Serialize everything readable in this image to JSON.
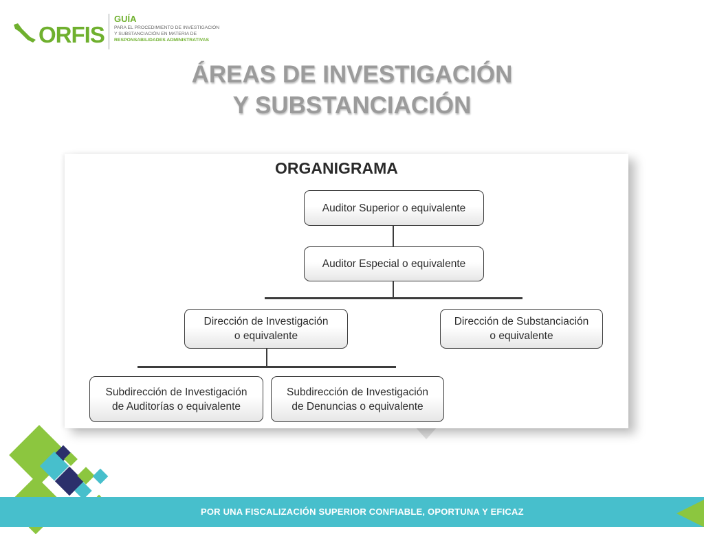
{
  "header": {
    "logo_word": "ORFIS",
    "guide_title": "GUÍA",
    "guide_line1": "PARA EL PROCEDIMIENTO DE INVESTIGACIÓN",
    "guide_line2": "Y SUBSTANCIACIÓN EN MATERIA DE",
    "guide_line3": "RESPONSABILIDADES ADMINISTRATIVAS"
  },
  "title": {
    "line1": "ÁREAS DE INVESTIGACIÓN",
    "line2": "Y SUBSTANCIACIÓN"
  },
  "orgchart": {
    "heading": "ORGANIGRAMA",
    "nodes": {
      "auditor_superior": [
        "Auditor Superior o equivalente"
      ],
      "auditor_especial": [
        "Auditor Especial o equivalente"
      ],
      "direccion_investigacion": [
        "Dirección de Investigación",
        "o equivalente"
      ],
      "direccion_substanciacion": [
        "Dirección de Substanciación",
        "o equivalente"
      ],
      "subdireccion_auditorias": [
        "Subdirección de Investigación",
        "de Auditorías o equivalente"
      ],
      "subdireccion_denuncias": [
        "Subdirección de Investigación",
        "de Denuncias o equivalente"
      ]
    }
  },
  "footer": {
    "slogan": "POR UNA FISCALIZACIÓN SUPERIOR CONFIABLE, OPORTUNA Y EFICAZ"
  },
  "colors": {
    "brand_green": "#6fb02e",
    "accent_teal": "#47bfcc",
    "accent_navy": "#2b2f6b",
    "title_gray": "#9b9b9b"
  }
}
